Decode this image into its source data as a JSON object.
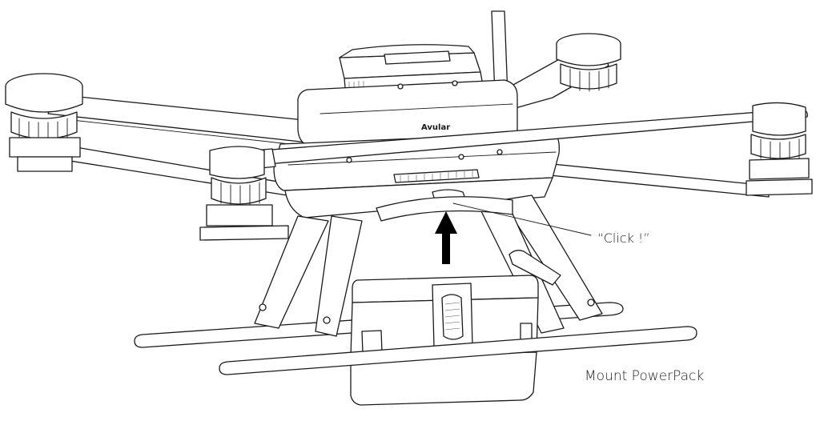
{
  "annotations": {
    "callout": "“Click !”",
    "caption": "Mount PowerPack"
  },
  "brand": {
    "mark": "Avular"
  },
  "colors": {
    "line": "#1a1a1a",
    "background": "#ffffff",
    "arrow": "#000000"
  }
}
